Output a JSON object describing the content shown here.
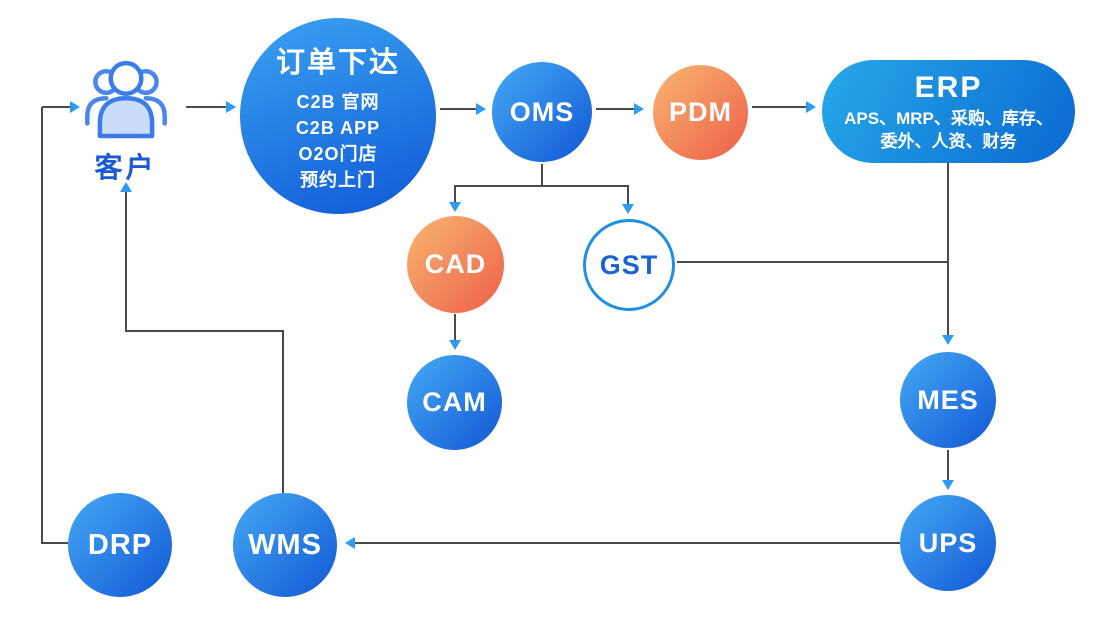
{
  "diagram": {
    "type": "flowchart",
    "background": "#ffffff",
    "nodes": {
      "customer": {
        "label": "客户"
      },
      "order": {
        "title": "订单下达",
        "channels": [
          "C2B 官网",
          "C2B APP",
          "O2O门店",
          "预约上门"
        ]
      },
      "oms": {
        "label": "OMS"
      },
      "pdm": {
        "label": "PDM"
      },
      "erp": {
        "title": "ERP",
        "subtitle_line1": "APS、MRP、采购、库存、",
        "subtitle_line2": "委外、人资、财务"
      },
      "cad": {
        "label": "CAD"
      },
      "gst": {
        "label": "GST"
      },
      "cam": {
        "label": "CAM"
      },
      "mes": {
        "label": "MES"
      },
      "ups": {
        "label": "UPS"
      },
      "wms": {
        "label": "WMS"
      },
      "drp": {
        "label": "DRP"
      }
    },
    "edges": [
      {
        "from": "customer",
        "to": "order"
      },
      {
        "from": "order",
        "to": "oms"
      },
      {
        "from": "oms",
        "to": "pdm"
      },
      {
        "from": "pdm",
        "to": "erp"
      },
      {
        "from": "oms",
        "to": "cad"
      },
      {
        "from": "oms",
        "to": "gst"
      },
      {
        "from": "cad",
        "to": "cam"
      },
      {
        "from": "gst",
        "to": "mes",
        "note": "joins ERP-to-MES vertical connector"
      },
      {
        "from": "erp",
        "to": "mes"
      },
      {
        "from": "mes",
        "to": "ups"
      },
      {
        "from": "ups",
        "to": "wms"
      },
      {
        "from": "wms",
        "to": "drp"
      },
      {
        "from": "wms",
        "to": "customer"
      },
      {
        "from": "drp",
        "to": "customer"
      }
    ],
    "colors": {
      "blue_node_gradient_start": "#45aaf4",
      "blue_node_gradient_end": "#1157d5",
      "orange_node_gradient_start": "#f9b673",
      "orange_node_gradient_end": "#ed5f47",
      "erp_gradient_start": "#27a9e8",
      "erp_gradient_end": "#0a68d2",
      "gst_border": "#1e8fe2",
      "gst_text": "#1a62d8",
      "connector_line": "#4a4a4a",
      "arrowhead": "#2e9bf0",
      "customer_label_text": "#1b5ad2",
      "customer_icon_stroke": "#3b7de8",
      "customer_icon_fill": "#c9ddf8"
    }
  }
}
